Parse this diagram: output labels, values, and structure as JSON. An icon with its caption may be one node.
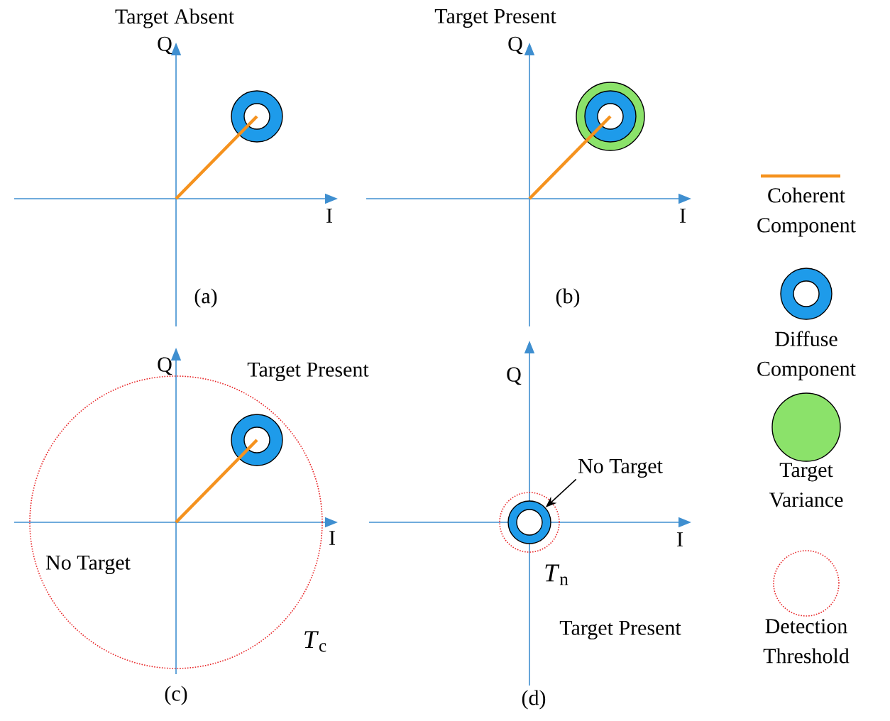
{
  "diagram": {
    "nodes": [
      {
        "text": [
          "No Target"
        ]
      },
      {
        "text": [],
        "shape": "circle"
      }
    ],
    "edges": [
      {
        "from": 0,
        "to": 1,
        "arrow": "to"
      }
    ],
    "labels": [
      "Target Absent",
      "Q",
      "I",
      "(a)",
      "Target Present",
      "Q",
      "I",
      "(b)",
      "Q",
      "Target Present",
      "I",
      "No Target",
      "*T*$_{c}$",
      "(c)",
      "Q",
      "I",
      "*T*$_{n}$",
      "Target Present",
      "(d)"
    ],
    "legend": [
      {
        "text": "Coherent Component"
      },
      {
        "text": "Diffuse Component"
      },
      {
        "text": "Target Variance"
      },
      {
        "text": "Detection Threshold"
      }
    ]
  }
}
